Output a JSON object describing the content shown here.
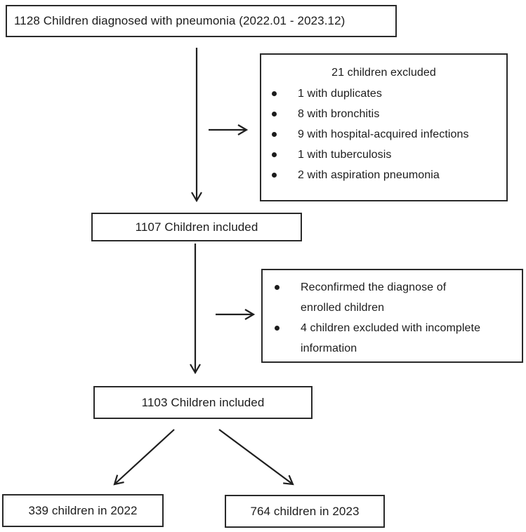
{
  "page": {
    "background_color": "#ffffff",
    "line_color": "#1f1f1f",
    "text_color": "#1c1c1c"
  },
  "flowchart": {
    "top_box": {
      "text": "1128 Children diagnosed with pneumonia (2022.01 - 2023.12)"
    },
    "excluded_box": {
      "title": "21 children excluded",
      "items": [
        "1 with duplicates",
        "8 with bronchitis",
        "9 with hospital-acquired infections",
        "1 with tuberculosis",
        "2 with aspiration pneumonia"
      ]
    },
    "included_box_1": {
      "text": "1107 Children included"
    },
    "review_box": {
      "items": [
        {
          "lines": [
            "Reconfirmed the diagnose of",
            "enrolled children"
          ]
        },
        {
          "lines": [
            "4 children excluded with incomplete",
            "information"
          ]
        }
      ]
    },
    "included_box_2": {
      "text": "1103 Children included"
    },
    "year_2022_box": {
      "text": "339 children in 2022"
    },
    "year_2023_box": {
      "text": "764 children in 2023"
    }
  }
}
